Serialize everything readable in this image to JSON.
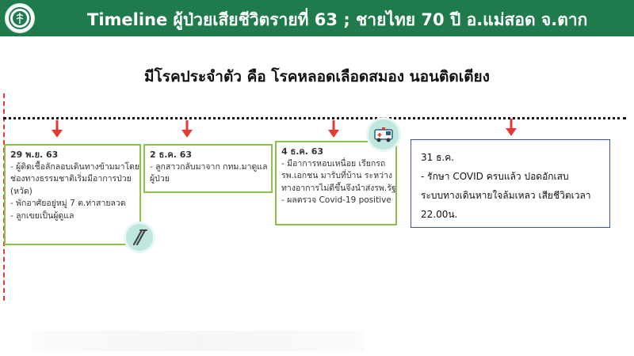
{
  "header": {
    "title": "Timeline ผู้ป่วยเสียชีวิตรายที่ 63 ; ชายไทย 70 ปี อ.แม่สอด จ.ตาก",
    "background_color": "#1f7a4c",
    "logo_icon": "ministry-of-public-health-logo"
  },
  "subtitle": "มีโรคประจำตัว คือ โรคหลอดเลือดสมอง นอนติดเตียง",
  "events": [
    {
      "date": "29 พ.ย. 63",
      "lines": [
        "- ผู้ติดเชื้อลักลอบเดินทางข้ามมาโดย",
        "ช่องทางธรรมชาติเริ่มมีอาการป่วย",
        "(หวัด)",
        "- พักอาศัยอยู่หมู่ 7 ต.ท่าสายลวด",
        "- ลูกเขยเป็นผู้ดูแล"
      ]
    },
    {
      "date": "2 ธ.ค. 63",
      "lines": [
        "- ลูกสาวกลับมาจาก กทม.มาดูแล",
        "ผู้ป่วย"
      ]
    },
    {
      "date": "4 ธ.ค. 63",
      "lines": [
        "- มีอาการหอบเหนื่อย เรียกรถ",
        "รพ.เอกชน มารับที่บ้าน ระหว่าง",
        "ทางอาการไม่ดีขึ้นจึงนำส่งรพ.รัฐ",
        "- ผลตรวจ Covid-19 positive"
      ]
    },
    {
      "date": "31 ธ.ค.",
      "lines": [
        " - รักษา COVID ครบแล้ว ปอดอักเสบ",
        "ระบบทางเดินหายใจล้มเหลว เสียชีวิตเวลา",
        "22.00น."
      ]
    }
  ],
  "colors": {
    "arrow": "#e53935",
    "card_border": "#8bc34a",
    "final_card_border": "#3f51b5",
    "deco_circle": "#bfe6df"
  },
  "icons": [
    "down-arrow-icon",
    "ambulance-icon",
    "crutches-icon"
  ]
}
